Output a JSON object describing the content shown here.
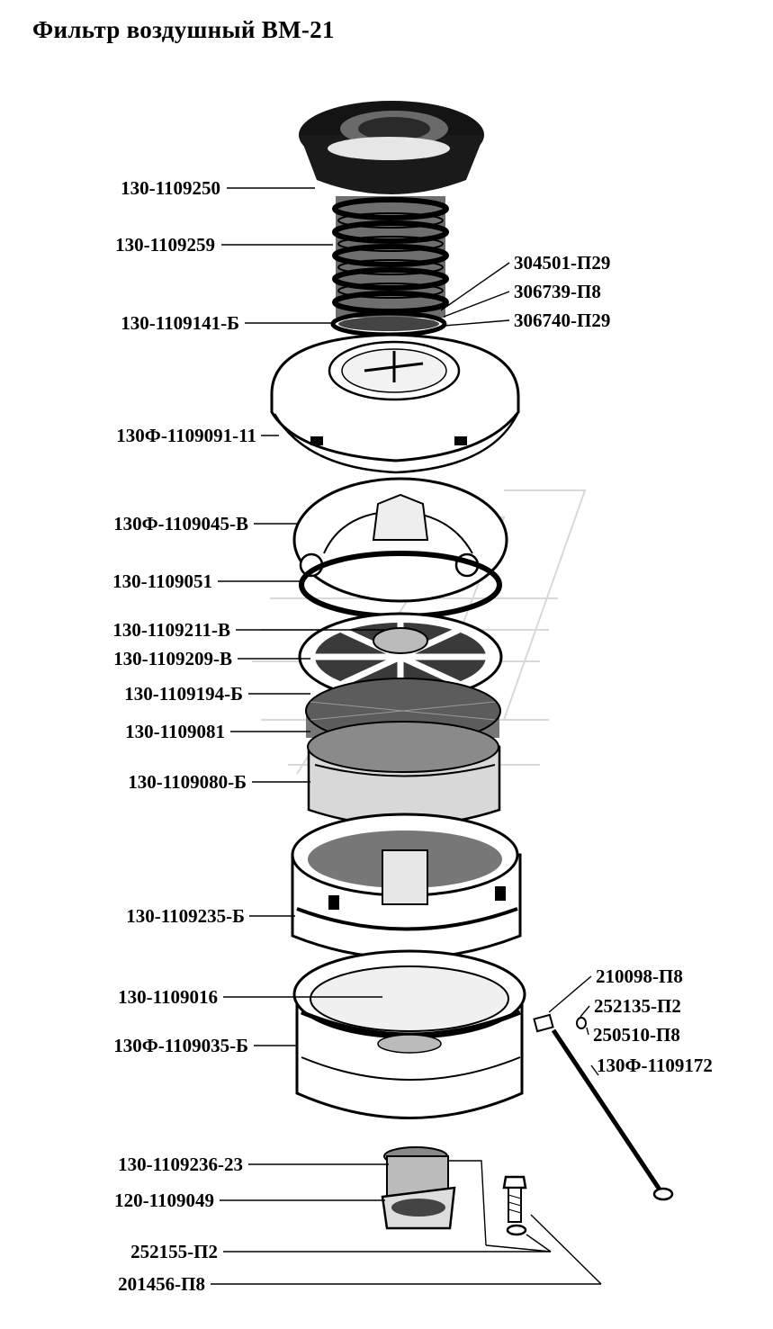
{
  "title": "Фильтр воздушный ВМ-21",
  "parts": [
    {
      "id": "p1",
      "label": "130-1109250"
    },
    {
      "id": "p2",
      "label": "130-1109259"
    },
    {
      "id": "p3",
      "label": "304501-П29"
    },
    {
      "id": "p4",
      "label": "306739-П8"
    },
    {
      "id": "p5",
      "label": "130-1109141-Б"
    },
    {
      "id": "p6",
      "label": "306740-П29"
    },
    {
      "id": "p7",
      "label": "130Ф-1109091-11"
    },
    {
      "id": "p8",
      "label": "130Ф-1109045-В"
    },
    {
      "id": "p9",
      "label": "130-1109051"
    },
    {
      "id": "p10",
      "label": "130-1109211-В"
    },
    {
      "id": "p11",
      "label": "130-1109209-В"
    },
    {
      "id": "p12",
      "label": "130-1109194-Б"
    },
    {
      "id": "p13",
      "label": "130-1109081"
    },
    {
      "id": "p14",
      "label": "130-1109080-Б"
    },
    {
      "id": "p15",
      "label": "130-1109235-Б"
    },
    {
      "id": "p16",
      "label": "210098-П8"
    },
    {
      "id": "p17",
      "label": "130-1109016"
    },
    {
      "id": "p18",
      "label": "252135-П2"
    },
    {
      "id": "p19",
      "label": "250510-П8"
    },
    {
      "id": "p20",
      "label": "130Ф-1109035-Б"
    },
    {
      "id": "p21",
      "label": "130Ф-1109172"
    },
    {
      "id": "p22",
      "label": "130-1109236-23"
    },
    {
      "id": "p23",
      "label": "120-1109049"
    },
    {
      "id": "p24",
      "label": "252155-П2"
    },
    {
      "id": "p25",
      "label": "201456-П8"
    }
  ]
}
